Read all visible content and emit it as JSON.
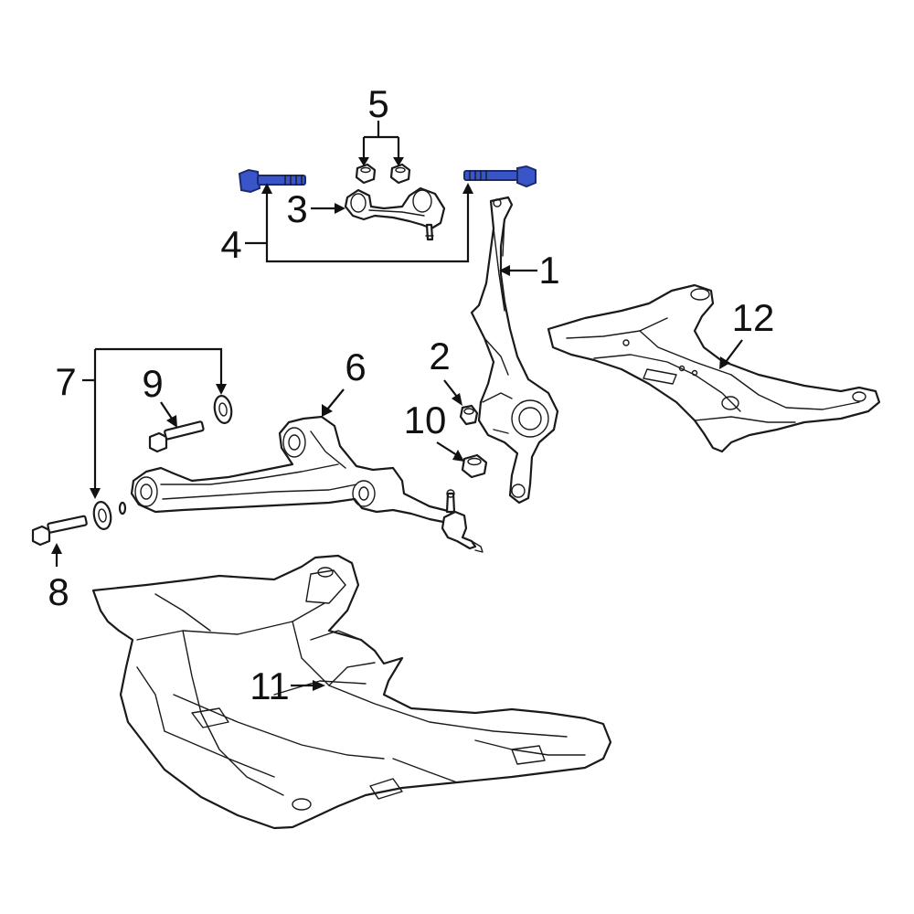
{
  "callouts": [
    {
      "id": "1",
      "label": "1"
    },
    {
      "id": "2",
      "label": "2"
    },
    {
      "id": "3",
      "label": "3"
    },
    {
      "id": "4",
      "label": "4"
    },
    {
      "id": "5",
      "label": "5"
    },
    {
      "id": "6",
      "label": "6"
    },
    {
      "id": "7",
      "label": "7"
    },
    {
      "id": "8",
      "label": "8"
    },
    {
      "id": "9",
      "label": "9"
    },
    {
      "id": "10",
      "label": "10"
    },
    {
      "id": "11",
      "label": "11"
    },
    {
      "id": "12",
      "label": "12"
    }
  ],
  "highlight_color": "#3a55c8",
  "highlighted_part": "4"
}
